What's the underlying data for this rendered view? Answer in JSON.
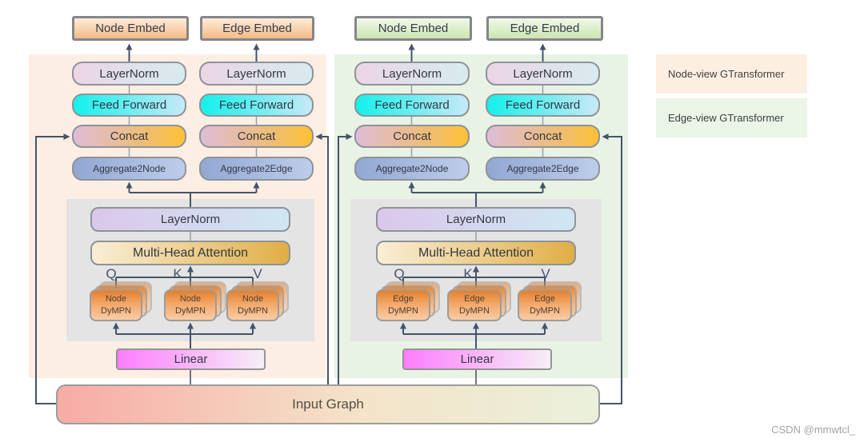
{
  "panels": [
    {
      "id": "node-view",
      "columns": [
        {
          "embed_label": "Node Embed",
          "layernorm": "LayerNorm",
          "feed_forward": "Feed Forward",
          "concat": "Concat",
          "aggregate": "Aggregate2Node"
        },
        {
          "embed_label": "Edge Embed",
          "layernorm": "LayerNorm",
          "feed_forward": "Feed Forward",
          "concat": "Concat",
          "aggregate": "Aggregate2Edge"
        }
      ],
      "attention_block": {
        "layernorm": "LayerNorm",
        "attention": "Multi-Head Attention",
        "q": "Q",
        "k": "K",
        "v": "V",
        "mpn_line1": "Node",
        "mpn_line2": "DyMPN"
      },
      "linear": "Linear"
    },
    {
      "id": "edge-view",
      "columns": [
        {
          "embed_label": "Node Embed",
          "layernorm": "LayerNorm",
          "feed_forward": "Feed Forward",
          "concat": "Concat",
          "aggregate": "Aggregate2Node"
        },
        {
          "embed_label": "Edge Embed",
          "layernorm": "LayerNorm",
          "feed_forward": "Feed Forward",
          "concat": "Concat",
          "aggregate": "Aggregate2Edge"
        }
      ],
      "attention_block": {
        "layernorm": "LayerNorm",
        "attention": "Multi-Head Attention",
        "q": "Q",
        "k": "K",
        "v": "V",
        "mpn_line1": "Edge",
        "mpn_line2": "DyMPN"
      },
      "linear": "Linear"
    }
  ],
  "input_graph_label": "Input Graph",
  "legend": {
    "node_view_label": "Node-view GTransformer",
    "edge_view_label": "Edge-view GTransformer"
  },
  "watermark": "CSDN @mmwtcl_",
  "colors": {
    "panel_node_view": "#fdeee4",
    "panel_edge_view": "#e9f3e5",
    "attention_block_bg": "#e4e4e4",
    "arrow": "#44546a",
    "embed_orange": "#f4bb85",
    "embed_green": "#cbe6af",
    "feed_forward_cyan": "#13f1ea",
    "concat_gold": "#fdc133",
    "aggregate_blue": "#92a7d3",
    "mha_gold": "#e0ae45",
    "linear_magenta": "#fd7dfd",
    "dympn_orange": "#e5802d",
    "input_graph_salmon": "#f7aba4",
    "input_graph_green": "#eaf0da"
  }
}
